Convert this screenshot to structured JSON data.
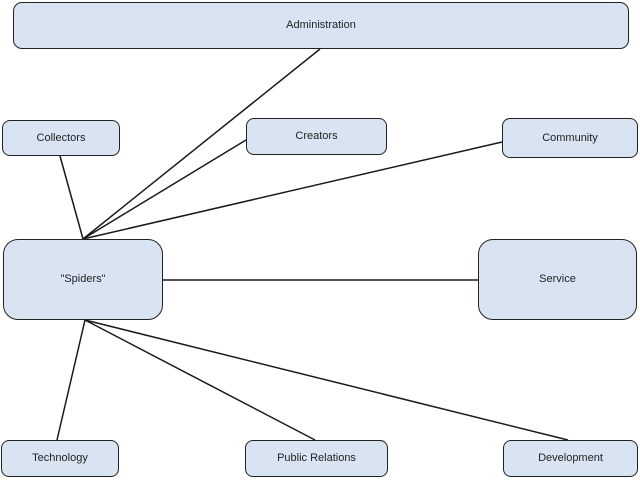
{
  "diagram": {
    "type": "node-link-diagram",
    "background_color": "#ffffff",
    "node_fill_color": "#d8e4f2",
    "node_border_color": "#222222",
    "edge_color": "#1a1a1a",
    "nodes": {
      "administration": {
        "label": "Administration"
      },
      "collectors": {
        "label": "Collectors"
      },
      "creators": {
        "label": "Creators"
      },
      "community": {
        "label": "Community"
      },
      "spiders": {
        "label": "\"Spiders\""
      },
      "service": {
        "label": "Service"
      },
      "technology": {
        "label": "Technology"
      },
      "public_relations": {
        "label": "Public Relations"
      },
      "development": {
        "label": "Development"
      }
    },
    "edges": [
      {
        "from": "spiders",
        "to": "administration"
      },
      {
        "from": "spiders",
        "to": "collectors"
      },
      {
        "from": "spiders",
        "to": "creators"
      },
      {
        "from": "spiders",
        "to": "community"
      },
      {
        "from": "spiders",
        "to": "service"
      },
      {
        "from": "spiders",
        "to": "technology"
      },
      {
        "from": "spiders",
        "to": "public_relations"
      },
      {
        "from": "spiders",
        "to": "development"
      }
    ]
  }
}
